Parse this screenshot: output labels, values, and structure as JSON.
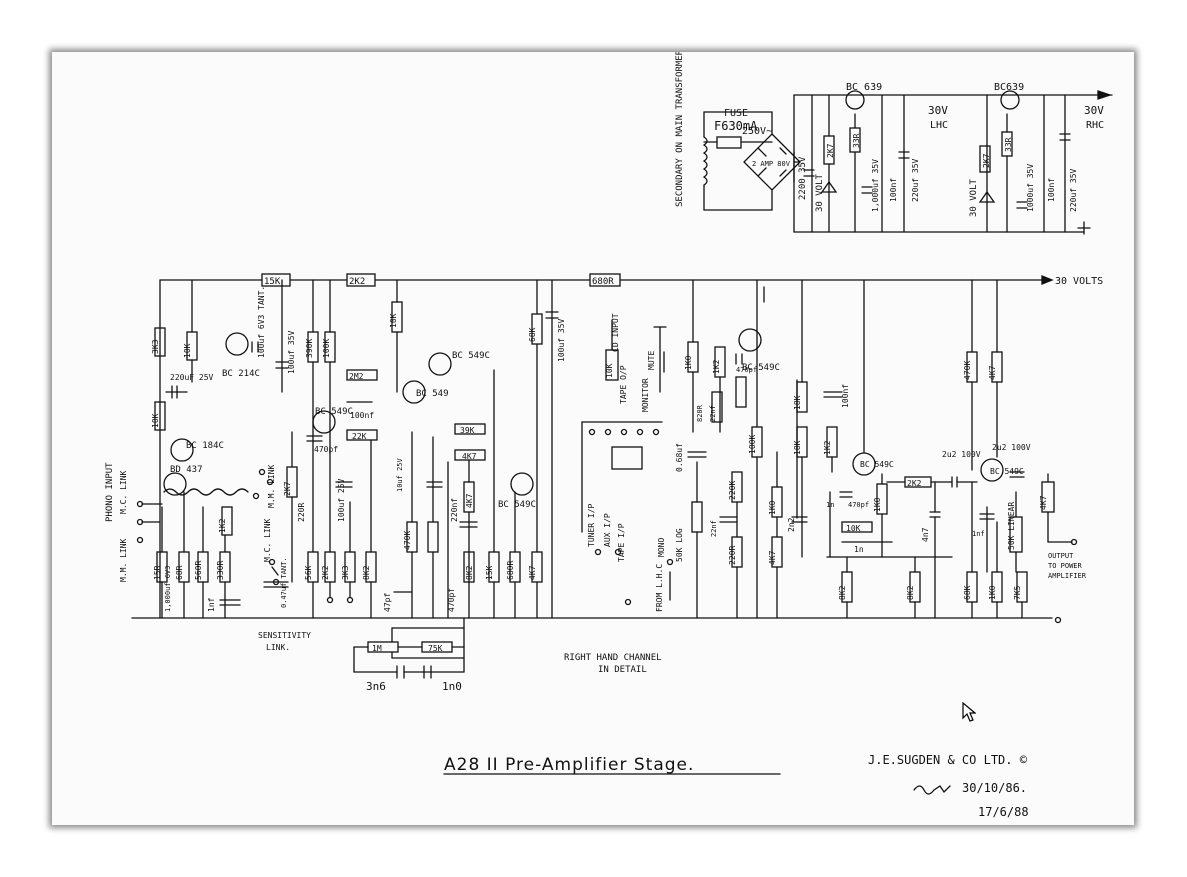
{
  "title": "A28 II Pre-Amplifier Stage.",
  "company": "J.E.SUGDEN & CO LTD. ©",
  "dates": [
    "30/10/86.",
    "17/6/88"
  ],
  "caption": [
    "RIGHT HAND CHANNEL",
    "IN DETAIL"
  ],
  "rails": {
    "main": "30 VOLTS",
    "psu_left": "30V",
    "psu_left_sub": "LHC",
    "psu_right": "30V",
    "psu_right_sub": "RHC"
  },
  "psu": {
    "transformer": "SECONDARY ON MAIN TRANSFORMER",
    "fuse": "FUSE",
    "fuse_value": "F630mA",
    "fuse_voltage": "250V~",
    "bridge": "2 AMP 80V",
    "c1": "2200 35V",
    "zener_left": "30 VOLT",
    "zener_right": "30 VOLT",
    "q_left": "BC 639",
    "q_right": "BC639",
    "r_2k7_a": "2K7",
    "r_33r_a": "33R",
    "c_1000_a": "1,000uf 35V",
    "c_100n_a": "100nf",
    "c_220_a": "220uf 35V",
    "r_2k7_b": "2K7",
    "r_33r_b": "33R",
    "c_1000_b": "1000uf 35V",
    "c_100n_b": "100nf",
    "c_220_b": "220uf 35V"
  },
  "inputs": {
    "phono": "PHONO INPUT",
    "mc_link": "M.C. LINK",
    "mm_link": "M.M. LINK",
    "sensitivity": [
      "SENSITIVITY",
      "LINK."
    ],
    "cd": "CD INPUT",
    "tape_op": "TAPE O/P",
    "monitor": "MONITOR",
    "mute": "MUTE",
    "tuner": "TUNER I/P",
    "aux": "AUX I/P",
    "tape_ip": "TAPE I/P",
    "mono": "MONO",
    "from_lhc": "FROM L.H.C",
    "output": [
      "OUTPUT",
      "TO POWER",
      "AMPLIFIER"
    ]
  },
  "transistors": [
    "BC 214C",
    "BC 184C",
    "BD 437",
    "BC 549C",
    "BC 549",
    "BC 549C",
    "BC 549C",
    "BC 549C",
    "BC 549C",
    "BC 549C"
  ],
  "top_resistors": [
    "15K",
    "2K2",
    "680R"
  ],
  "components": {
    "r1": "3K3",
    "r2": "10K",
    "r3": "10K",
    "r4": "10K",
    "c_220u": "220uF 25V",
    "c_100u_6v3": "100uf 6V3 TANT.",
    "c_100u_35": "100uf 35V",
    "r_390k": "390K",
    "r_100k": "100K",
    "r_10k_b": "10K",
    "r_2m2": "2M2",
    "c_100nf": "100nf",
    "r_22k": "22K",
    "c_470pf": "470pf",
    "r_68k": "68K",
    "c_100u_35b": "100uf 35V",
    "r_39k": "39K",
    "r_4k7a": "4K7",
    "r_4k7b": "4K7",
    "c_220nf": "220nf",
    "r_1k2a": "1K2",
    "r_2k7": "2K7",
    "r_220r": "220R",
    "c_100u_25": "100uf 25V",
    "c_047": "0.47uf TANT.",
    "r_15r": "15R",
    "c_1000uf": "1,000uf 6V3",
    "r_68r": "68R",
    "r_560r": "560R",
    "r_330r": "330R",
    "c_1nf": "1nf",
    "r_56k": "56K",
    "r_2k2": "2K2",
    "r_3k3": "3K3",
    "r_8k2": "8K2",
    "c_47pf": "47pf",
    "r_470k": "470K",
    "c_10u": "10uf 25V",
    "r_8k2b": "8K2",
    "c_470pf_b": "470pf",
    "r_15k": "15K",
    "r_680r": "680R",
    "r_4k7c": "4K7",
    "r_1m": "1M",
    "r_75k": "75K",
    "c_3n6": "3n6",
    "c_1n0": "1n0",
    "r_10k_cd": "10K",
    "r_1k0": "1K0",
    "r_1k2b": "1K2",
    "c_470pf_c": "470pf",
    "c_22nf": "22nf",
    "r_820r": "820R",
    "r_220k": "220K",
    "c_22nfb": "22nf",
    "r_100k_b": "100K",
    "c_068": "0.68uf",
    "pot_50k": "50K LOG",
    "r_220r_b": "220R",
    "r_4k7d": "4K7",
    "r_1k0b": "1K0",
    "c_2n2": "2n2",
    "r_18k": "18K",
    "r_18kb": "18K",
    "r_1k2c": "1K2",
    "c_100nf_b": "100nf",
    "c_1n": "1n",
    "c_470pf_d": "470pf",
    "r_1k0c": "1K0",
    "r_10k_c": "10K",
    "c_1n_b": "1n",
    "r_8k2c": "8K2",
    "r_8k2d": "8K2",
    "c_4n7": "4n7",
    "r_2k2b": "2K2",
    "c_2u2": "2u2 100V",
    "r_470k_b": "470K",
    "r_4k7e": "4K7",
    "c_2u2b": "2u2 100V",
    "c_1nf_b": "1nf",
    "pot_50k_lin": "50K LINEAR",
    "r_4k7f": "4K7",
    "r_68k_b": "68K",
    "r_1k0d": "1K0",
    "r_7k5": "7K5"
  }
}
